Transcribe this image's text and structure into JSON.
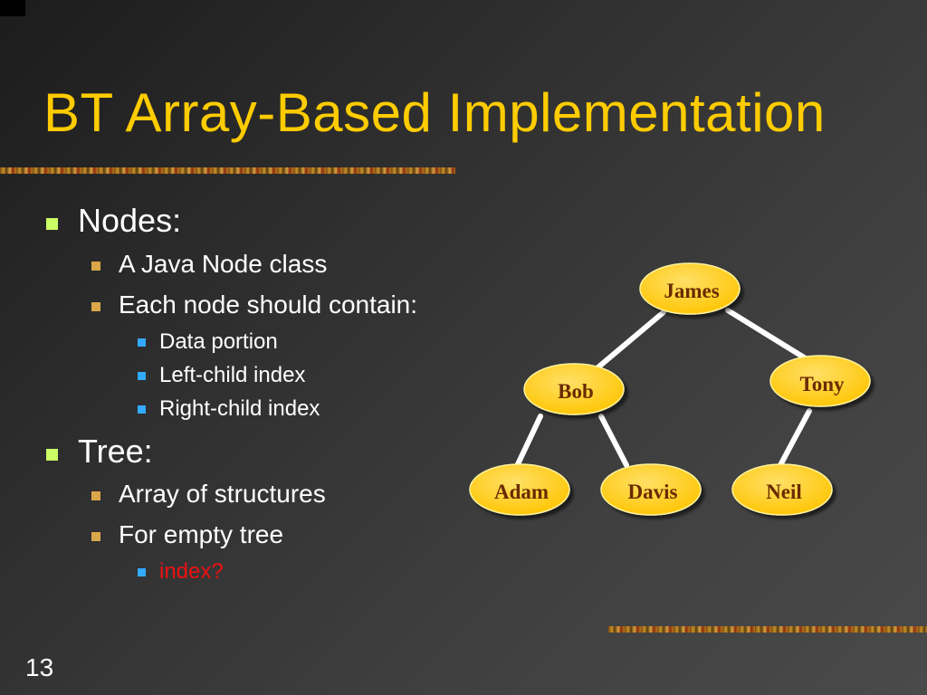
{
  "slide": {
    "title": "BT Array-Based Implementation",
    "page_number": "13"
  },
  "bullets": [
    {
      "level": 1,
      "text": "Nodes:"
    },
    {
      "level": 2,
      "text": "A Java Node class"
    },
    {
      "level": 2,
      "text": "Each node should contain:"
    },
    {
      "level": 3,
      "text": "Data portion"
    },
    {
      "level": 3,
      "text": "Left-child index"
    },
    {
      "level": 3,
      "text": "Right-child index"
    },
    {
      "level": 1,
      "text": "Tree:"
    },
    {
      "level": 2,
      "text": "Array of structures"
    },
    {
      "level": 2,
      "text": "For empty tree"
    },
    {
      "level": 3,
      "text": "index?",
      "color": "#ee1111"
    }
  ],
  "tree": {
    "nodes": [
      {
        "id": "james",
        "label": "James"
      },
      {
        "id": "bob",
        "label": "Bob"
      },
      {
        "id": "tony",
        "label": "Tony"
      },
      {
        "id": "adam",
        "label": "Adam"
      },
      {
        "id": "davis",
        "label": "Davis"
      },
      {
        "id": "neil",
        "label": "Neil"
      }
    ],
    "edges": [
      {
        "from": "james",
        "to": "bob"
      },
      {
        "from": "james",
        "to": "tony"
      },
      {
        "from": "bob",
        "to": "adam"
      },
      {
        "from": "bob",
        "to": "davis"
      },
      {
        "from": "tony",
        "to": "neil"
      }
    ]
  },
  "colors": {
    "title": "#ffcc00",
    "node_fill": "#ffcc00",
    "node_text": "#6a2b00",
    "edge": "#ffffff",
    "highlight_text": "#ee1111"
  }
}
